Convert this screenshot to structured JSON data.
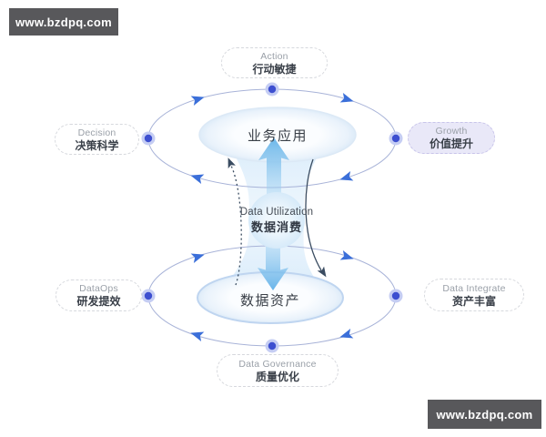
{
  "watermarks": {
    "top_left": "www.bzdpq.com",
    "bottom_right": "www.bzdpq.com"
  },
  "cycle_top": {
    "core_label": "业务应用"
  },
  "cycle_bottom": {
    "core_label": "数据资产"
  },
  "center_hub": {
    "en": "Data Utilization",
    "zh": "数据消费"
  },
  "nodes": {
    "action": {
      "en": "Action",
      "zh": "行动敏捷"
    },
    "decision": {
      "en": "Decision",
      "zh": "决策科学"
    },
    "growth": {
      "en": "Growth",
      "zh": "价值提升"
    },
    "dataops": {
      "en": "DataOps",
      "zh": "研发提效"
    },
    "data_integrate": {
      "en": "Data Integrate",
      "zh": "资产丰富"
    },
    "data_governance": {
      "en": "Data Governance",
      "zh": "质量优化"
    }
  },
  "colors": {
    "accent_dot": "#3D4FD0",
    "dot_halo": "#C5CDF3",
    "ellipse_stroke": "#A8B3D8",
    "flow_arrow": "#3B6FD9",
    "curve_dark": "#3A4C61",
    "growth_bg": "#E9E8F8",
    "growth_border": "#C8C4EA",
    "pill_border": "#D6D8DD",
    "text_en": "#9AA0A8",
    "text_zh": "#3A4049",
    "text_core": "#3A4048",
    "badge_bg": "#58585B",
    "badge_text": "#FFFFFF"
  }
}
